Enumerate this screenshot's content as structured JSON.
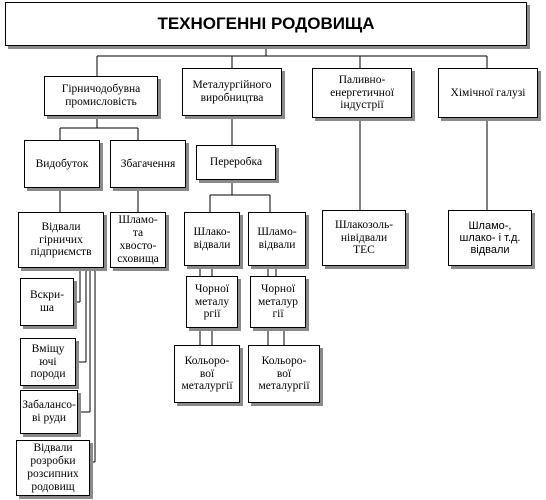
{
  "diagram": {
    "title": "ТЕХНОГЕННІ РОДОВИЩА",
    "industries": {
      "mining": "Гірничодобувна\nпромисловість",
      "metallurgy": "Металургійного\nвиробництва",
      "fuel_energy": "Паливно-\nенергетичної\nіндустрії",
      "chemical": "Хімічної галузі"
    },
    "processes": {
      "extraction": "Видобуток",
      "enrichment": "Збагачення",
      "processing": "Переробка"
    },
    "wastes": {
      "mining_dumps": "Відвали\nгірничих\nпідприємств",
      "tailings": "Шламо-\nта\nхвосто-\nсховища",
      "slag_dumps": "Шлако-\nвідвали",
      "sludge_dumps": "Шламо-\nвідвали",
      "tpp_dumps": "Шлакозоль-\nнівідвали\nТЕС",
      "chemical_dumps": "Шламо-,\nшлако- і т.д.\nвідвали"
    },
    "mining_sub": {
      "overburden": "Вскри-\nша",
      "host_rocks": "Вміщу\nючі\nпороди",
      "offbalance_ores": "Забалансо-\nві руди",
      "placer_dumps": "Відвали\nрозробки\nрозсипних\nродовищ"
    },
    "metallurgy_sub": {
      "ferrous_slag": "Чорної\nметалу\nргії",
      "ferrous_sludge": "Чорної\nметалур\nгії",
      "nonferrous_slag": "Кольоро-\nвої\nметалургії",
      "nonferrous_sludge": "Кольоро-\nвої\nметалургії"
    }
  }
}
